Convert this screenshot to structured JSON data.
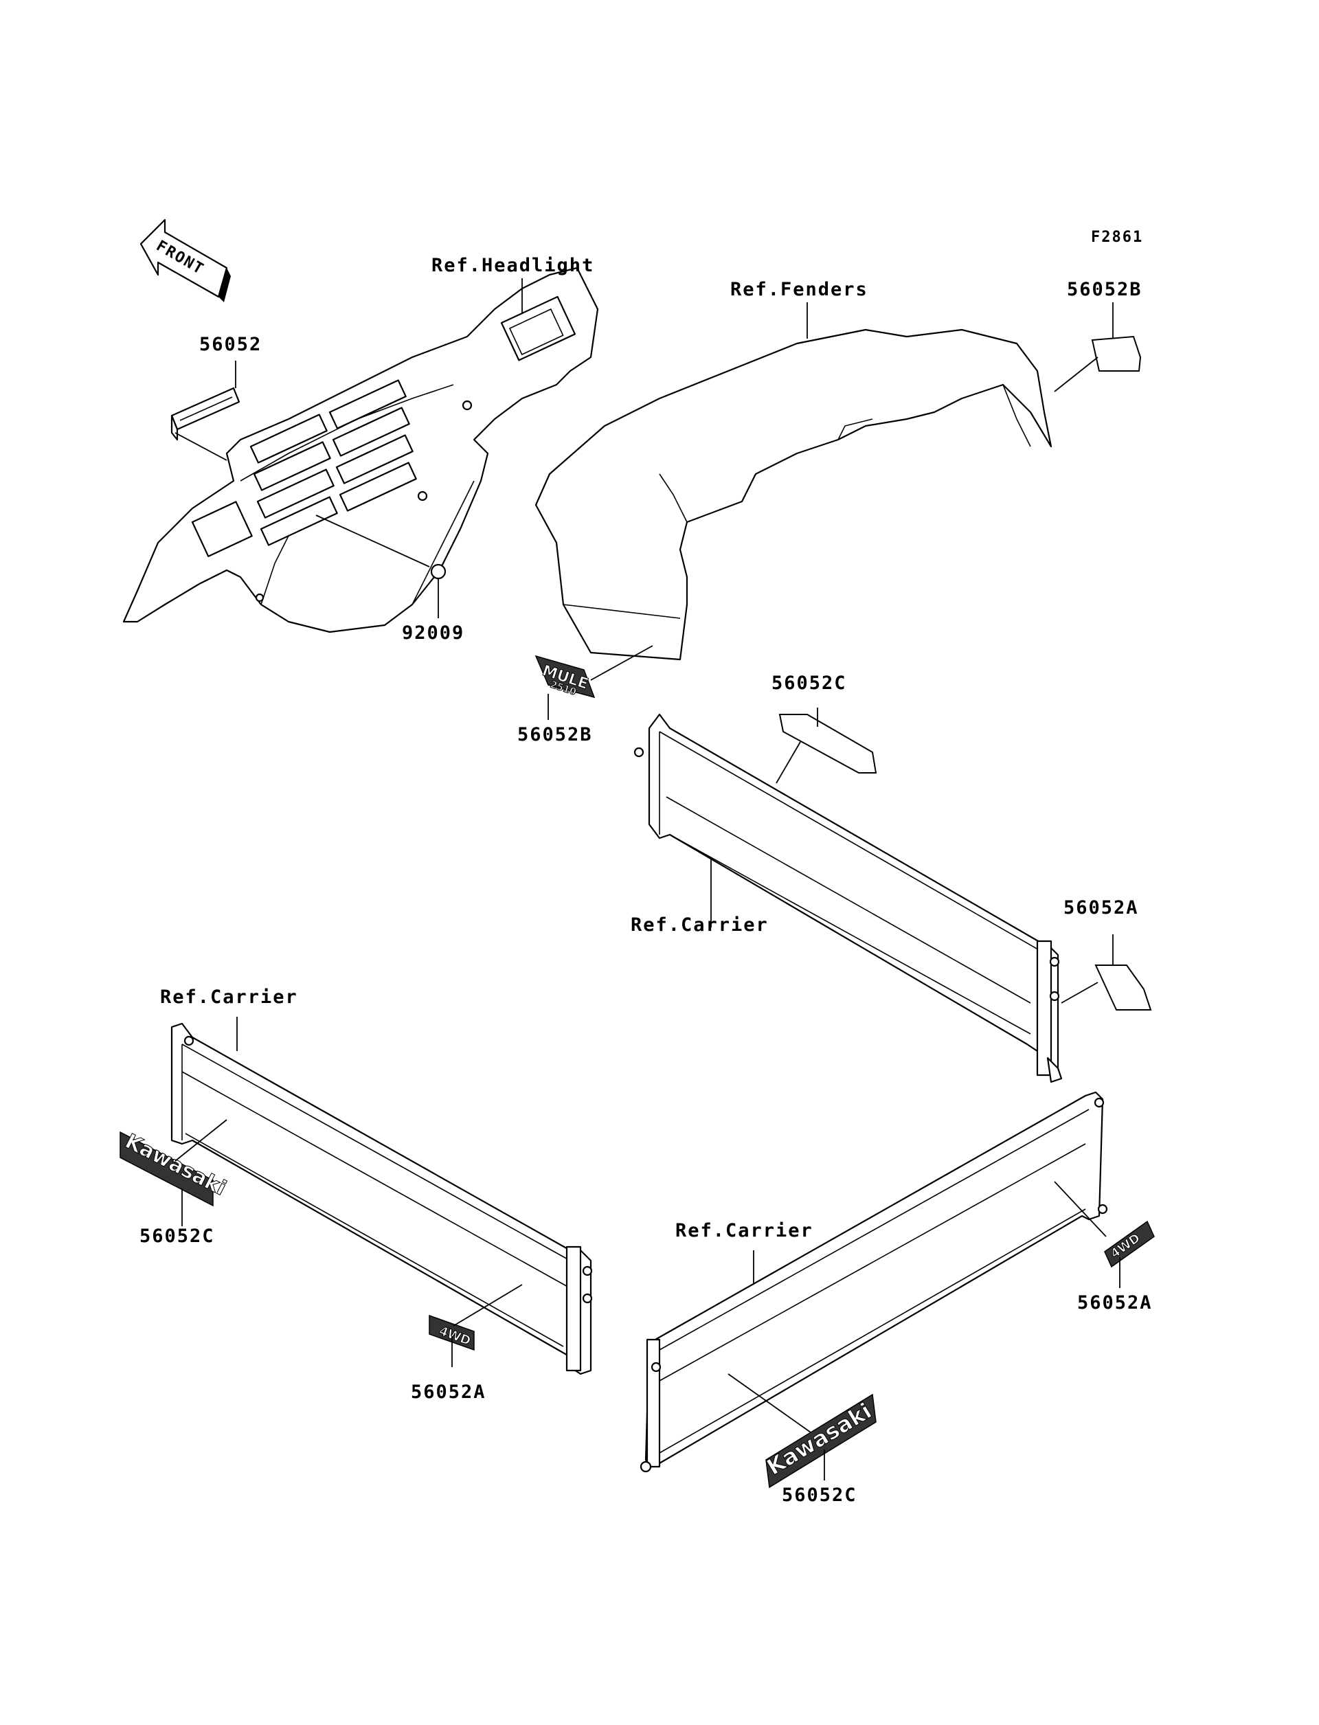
{
  "figure_code": "F2861",
  "front_arrow_label": "FRONT",
  "labels": {
    "ref_headlight": "Ref.Headlight",
    "ref_fenders": "Ref.Fenders",
    "ref_carrier_right": "Ref.Carrier",
    "ref_carrier_left": "Ref.Carrier",
    "ref_carrier_bottom": "Ref.Carrier",
    "part_56052": "56052",
    "part_92009": "92009",
    "part_56052b_top": "56052B",
    "part_56052b_mule": "56052B",
    "part_56052c_top": "56052C",
    "part_56052a_right": "56052A",
    "part_56052c_left": "56052C",
    "part_56052a_left": "56052A",
    "part_56052a_bottom": "56052A",
    "part_56052c_bottom": "56052C"
  },
  "decals": {
    "mule_line1": "MULE",
    "mule_line2": "2510",
    "kawasaki": "Kawasaki",
    "four_wd": "4WD"
  }
}
